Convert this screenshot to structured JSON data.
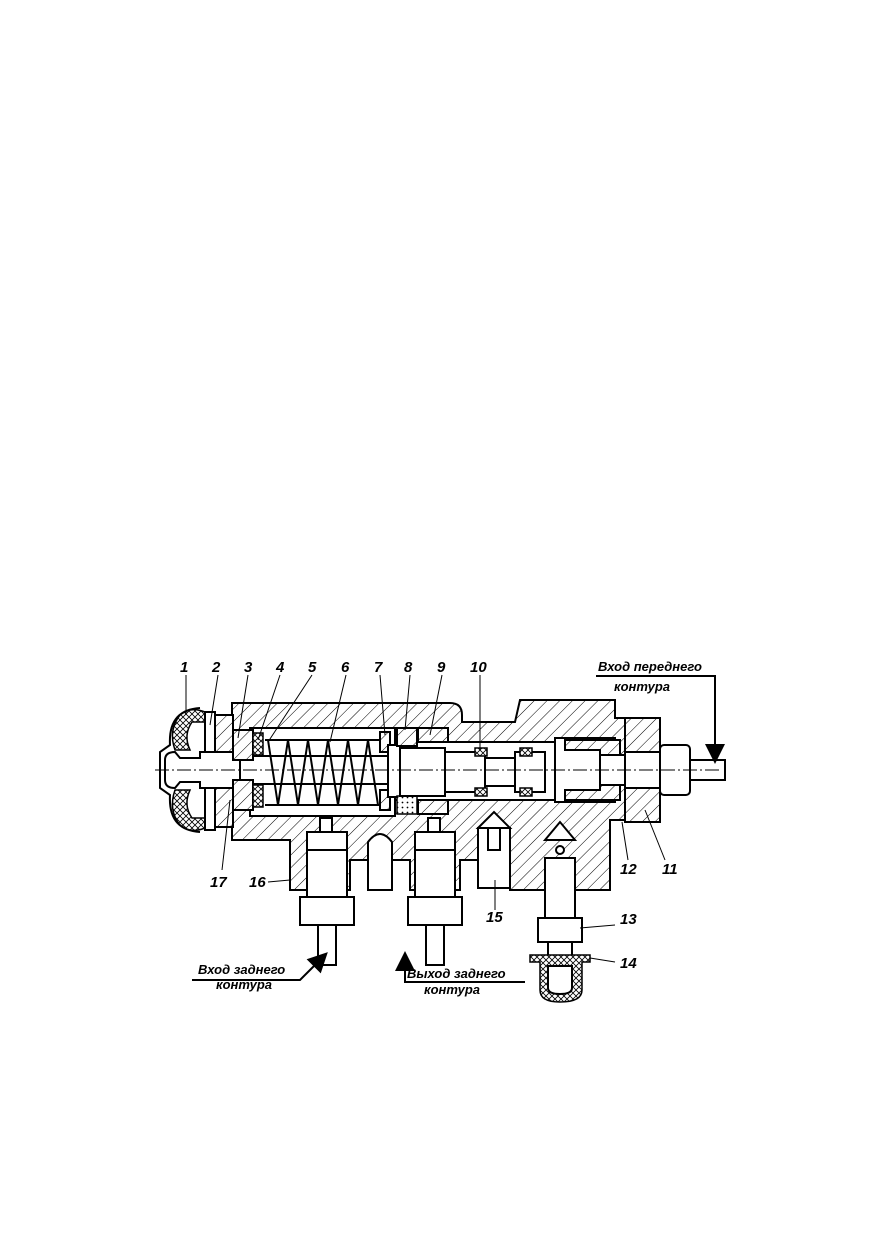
{
  "callouts": [
    "1",
    "2",
    "3",
    "4",
    "5",
    "6",
    "7",
    "8",
    "9",
    "10",
    "11",
    "12",
    "13",
    "14",
    "15",
    "16",
    "17"
  ],
  "ports": {
    "front_inlet_line1": "Вход переднего",
    "front_inlet_line2": "контура",
    "rear_inlet_line1": "Вход заднего",
    "rear_inlet_line2": "контура",
    "rear_outlet_line1": "Выход заднего",
    "rear_outlet_line2": "контура"
  }
}
